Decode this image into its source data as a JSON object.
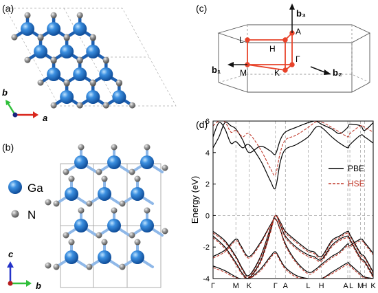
{
  "panels": {
    "a": "(a)",
    "b": "(b)",
    "c": "(c)",
    "d": "(d)"
  },
  "colors": {
    "ga": "#2a7fd4",
    "n": "#8a8a8a",
    "bz": "#e8432a",
    "pbe": "#000000",
    "hse": "#c0392b"
  },
  "legend_atoms": [
    {
      "label": "Ga",
      "kind": "ga"
    },
    {
      "label": "N",
      "kind": "n"
    }
  ],
  "axes_a": {
    "x": "a",
    "y": "b"
  },
  "axes_b": {
    "x": "b",
    "y": "c"
  },
  "bz": {
    "vectors": [
      "b₁",
      "b₂",
      "b₃"
    ],
    "points": [
      "L",
      "A",
      "H",
      "M",
      "K",
      "Γ"
    ]
  },
  "chart_data": {
    "type": "line",
    "ylabel": "Energy (eV)",
    "ylim": [
      -4,
      6
    ],
    "yticks": [
      -4,
      -2,
      0,
      2,
      4,
      6
    ],
    "kpath": [
      {
        "label": "Γ",
        "x": 0.0
      },
      {
        "label": "M",
        "x": 0.577
      },
      {
        "label": "K",
        "x": 0.91
      },
      {
        "label": "Γ",
        "x": 1.577
      },
      {
        "label": "A",
        "x": 1.83
      },
      {
        "label": "L",
        "x": 2.407
      },
      {
        "label": "H",
        "x": 2.74
      },
      {
        "label": "A",
        "x": 3.407
      },
      {
        "label": "L",
        "x": 3.46
      },
      {
        "label": "M",
        "x": 3.73
      },
      {
        "label": "H",
        "x": 3.83
      },
      {
        "label": "K",
        "x": 4.05
      }
    ],
    "series": [
      {
        "name": "PBE",
        "style": "solid",
        "bands": [
          [
            [
              0,
              -1.0
            ],
            [
              0.3,
              -1.6
            ],
            [
              0.577,
              -2.6
            ],
            [
              0.75,
              -3.4
            ],
            [
              0.91,
              -3.8
            ],
            [
              1.2,
              -2.6
            ],
            [
              1.45,
              -0.8
            ],
            [
              1.577,
              0.0
            ],
            [
              1.7,
              -0.4
            ],
            [
              1.83,
              -1.0
            ],
            [
              2.1,
              -1.6
            ],
            [
              2.407,
              -2.2
            ],
            [
              2.55,
              -2.3
            ],
            [
              2.74,
              -2.6
            ],
            [
              3.0,
              -1.6
            ],
            [
              3.2,
              -1.3
            ],
            [
              3.407,
              -1.0
            ],
            [
              3.46,
              -1.2
            ],
            [
              3.73,
              -2.4
            ],
            [
              3.83,
              -2.6
            ],
            [
              4.05,
              -3.6
            ]
          ],
          [
            [
              0,
              -1.3
            ],
            [
              0.3,
              -2.0
            ],
            [
              0.577,
              -3.0
            ],
            [
              0.75,
              -3.7
            ],
            [
              0.91,
              -3.95
            ],
            [
              1.2,
              -2.9
            ],
            [
              1.45,
              -1.0
            ],
            [
              1.577,
              0.0
            ],
            [
              1.7,
              -0.6
            ],
            [
              1.83,
              -1.3
            ],
            [
              2.1,
              -2.0
            ],
            [
              2.407,
              -2.5
            ],
            [
              2.55,
              -2.6
            ],
            [
              2.74,
              -2.8
            ],
            [
              3.0,
              -1.9
            ],
            [
              3.2,
              -1.5
            ],
            [
              3.407,
              -1.3
            ],
            [
              3.46,
              -1.5
            ],
            [
              3.73,
              -2.7
            ],
            [
              3.83,
              -2.9
            ],
            [
              4.05,
              -3.85
            ]
          ],
          [
            [
              0,
              -2.6
            ],
            [
              0.3,
              -2.2
            ],
            [
              0.577,
              -1.5
            ],
            [
              0.7,
              -1.9
            ],
            [
              0.91,
              -2.6
            ],
            [
              1.2,
              -1.7
            ],
            [
              1.45,
              -0.6
            ],
            [
              1.577,
              -0.2
            ],
            [
              1.7,
              -0.9
            ],
            [
              1.83,
              -1.8
            ],
            [
              2.1,
              -2.9
            ],
            [
              2.407,
              -3.6
            ],
            [
              2.6,
              -3.4
            ],
            [
              2.74,
              -3.1
            ],
            [
              3.0,
              -2.6
            ],
            [
              3.2,
              -2.3
            ],
            [
              3.407,
              -1.8
            ],
            [
              3.46,
              -1.9
            ],
            [
              3.73,
              -1.5
            ],
            [
              3.83,
              -1.7
            ],
            [
              4.05,
              -2.4
            ]
          ],
          [
            [
              0,
              -3.2
            ],
            [
              0.3,
              -3.5
            ],
            [
              0.577,
              -3.9
            ],
            [
              0.7,
              -4.0
            ],
            [
              0.91,
              -4.0
            ],
            [
              1.2,
              -3.4
            ],
            [
              1.45,
              -2.6
            ],
            [
              1.577,
              -2.3
            ],
            [
              1.7,
              -2.8
            ],
            [
              1.83,
              -3.3
            ],
            [
              2.1,
              -3.8
            ],
            [
              2.407,
              -4.0
            ],
            [
              2.74,
              -4.0
            ],
            [
              3.0,
              -3.6
            ],
            [
              3.2,
              -3.3
            ],
            [
              3.407,
              -3.0
            ],
            [
              3.46,
              -3.1
            ],
            [
              3.73,
              -3.7
            ],
            [
              3.83,
              -3.9
            ],
            [
              4.05,
              -4.0
            ]
          ],
          [
            [
              0,
              5.0
            ],
            [
              0.15,
              5.9
            ],
            [
              0.3,
              5.5
            ],
            [
              0.45,
              4.6
            ],
            [
              0.577,
              4.7
            ],
            [
              0.75,
              4.3
            ],
            [
              0.91,
              4.5
            ],
            [
              1.2,
              3.5
            ],
            [
              1.45,
              2.2
            ],
            [
              1.577,
              1.75
            ],
            [
              1.7,
              3.4
            ],
            [
              1.83,
              4.2
            ],
            [
              2.1,
              4.5
            ],
            [
              2.407,
              5.0
            ],
            [
              2.6,
              5.6
            ],
            [
              2.74,
              5.6
            ],
            [
              3.0,
              5.0
            ],
            [
              3.2,
              4.6
            ],
            [
              3.407,
              4.3
            ],
            [
              3.46,
              4.5
            ],
            [
              3.73,
              5.1
            ],
            [
              3.83,
              5.0
            ],
            [
              4.05,
              4.6
            ]
          ],
          [
            [
              0,
              4.3
            ],
            [
              0.15,
              5.0
            ],
            [
              0.3,
              5.9
            ],
            [
              0.45,
              5.7
            ],
            [
              0.577,
              5.5
            ],
            [
              0.75,
              4.8
            ],
            [
              0.91,
              4.0
            ],
            [
              1.2,
              4.4
            ],
            [
              1.45,
              4.1
            ],
            [
              1.577,
              3.9
            ],
            [
              1.7,
              4.8
            ],
            [
              1.83,
              5.3
            ],
            [
              2.1,
              5.6
            ],
            [
              2.407,
              5.9
            ],
            [
              2.6,
              6.0
            ],
            [
              2.74,
              5.8
            ],
            [
              3.0,
              5.5
            ],
            [
              3.2,
              5.2
            ],
            [
              3.407,
              5.6
            ],
            [
              3.46,
              5.8
            ],
            [
              3.73,
              5.7
            ],
            [
              3.83,
              5.4
            ],
            [
              4.05,
              5.9
            ]
          ]
        ]
      },
      {
        "name": "HSE",
        "style": "dashed",
        "bands": [
          [
            [
              0,
              -1.1
            ],
            [
              0.3,
              -1.7
            ],
            [
              0.577,
              -2.7
            ],
            [
              0.75,
              -3.5
            ],
            [
              0.91,
              -3.9
            ],
            [
              1.2,
              -2.7
            ],
            [
              1.45,
              -0.85
            ],
            [
              1.577,
              0.0
            ],
            [
              1.7,
              -0.45
            ],
            [
              1.83,
              -1.1
            ],
            [
              2.1,
              -1.7
            ],
            [
              2.407,
              -2.3
            ],
            [
              2.55,
              -2.4
            ],
            [
              2.74,
              -2.7
            ],
            [
              3.0,
              -1.7
            ],
            [
              3.2,
              -1.4
            ],
            [
              3.407,
              -1.1
            ],
            [
              3.46,
              -1.3
            ],
            [
              3.73,
              -2.5
            ],
            [
              3.83,
              -2.7
            ],
            [
              4.05,
              -3.7
            ]
          ],
          [
            [
              0,
              -1.4
            ],
            [
              0.3,
              -2.1
            ],
            [
              0.577,
              -3.1
            ],
            [
              0.75,
              -3.8
            ],
            [
              0.91,
              -4.0
            ],
            [
              1.2,
              -3.0
            ],
            [
              1.45,
              -1.1
            ],
            [
              1.577,
              0.0
            ],
            [
              1.7,
              -0.65
            ],
            [
              1.83,
              -1.4
            ],
            [
              2.1,
              -2.1
            ],
            [
              2.407,
              -2.6
            ],
            [
              2.55,
              -2.7
            ],
            [
              2.74,
              -2.9
            ],
            [
              3.0,
              -2.0
            ],
            [
              3.2,
              -1.6
            ],
            [
              3.407,
              -1.4
            ],
            [
              3.46,
              -1.6
            ],
            [
              3.73,
              -2.8
            ],
            [
              3.83,
              -3.0
            ],
            [
              4.05,
              -3.95
            ]
          ],
          [
            [
              0,
              -2.7
            ],
            [
              0.3,
              -2.3
            ],
            [
              0.577,
              -1.6
            ],
            [
              0.7,
              -2.0
            ],
            [
              0.91,
              -2.7
            ],
            [
              1.2,
              -1.8
            ],
            [
              1.45,
              -0.65
            ],
            [
              1.577,
              -0.25
            ],
            [
              1.7,
              -0.95
            ],
            [
              1.83,
              -1.9
            ],
            [
              2.1,
              -3.0
            ],
            [
              2.407,
              -3.7
            ],
            [
              2.6,
              -3.5
            ],
            [
              2.74,
              -3.2
            ],
            [
              3.0,
              -2.7
            ],
            [
              3.2,
              -2.4
            ],
            [
              3.407,
              -1.9
            ],
            [
              3.46,
              -2.0
            ],
            [
              3.73,
              -1.6
            ],
            [
              3.83,
              -1.8
            ],
            [
              4.05,
              -2.5
            ]
          ],
          [
            [
              0,
              -3.3
            ],
            [
              0.3,
              -3.6
            ],
            [
              0.577,
              -3.95
            ],
            [
              0.91,
              -4.0
            ],
            [
              1.2,
              -3.5
            ],
            [
              1.45,
              -2.7
            ],
            [
              1.577,
              -2.4
            ],
            [
              1.7,
              -2.9
            ],
            [
              1.83,
              -3.4
            ],
            [
              2.1,
              -3.9
            ],
            [
              2.407,
              -4.0
            ],
            [
              2.74,
              -4.0
            ],
            [
              3.0,
              -3.7
            ],
            [
              3.2,
              -3.4
            ],
            [
              3.407,
              -3.1
            ],
            [
              3.46,
              -3.2
            ],
            [
              3.73,
              -3.8
            ],
            [
              3.83,
              -3.95
            ],
            [
              4.05,
              -4.0
            ]
          ],
          [
            [
              0,
              5.7
            ],
            [
              0.15,
              6.0
            ],
            [
              0.3,
              5.95
            ],
            [
              0.45,
              5.3
            ],
            [
              0.577,
              5.4
            ],
            [
              0.75,
              5.0
            ],
            [
              0.91,
              5.2
            ],
            [
              1.2,
              4.2
            ],
            [
              1.45,
              3.0
            ],
            [
              1.577,
              2.6
            ],
            [
              1.7,
              4.0
            ],
            [
              1.83,
              4.8
            ],
            [
              2.1,
              5.1
            ],
            [
              2.407,
              5.6
            ],
            [
              2.6,
              5.95
            ],
            [
              2.74,
              5.95
            ],
            [
              3.0,
              5.6
            ],
            [
              3.2,
              5.3
            ],
            [
              3.407,
              5.0
            ],
            [
              3.46,
              5.2
            ],
            [
              3.73,
              5.7
            ],
            [
              3.83,
              5.6
            ],
            [
              4.05,
              5.3
            ]
          ]
        ]
      }
    ]
  }
}
